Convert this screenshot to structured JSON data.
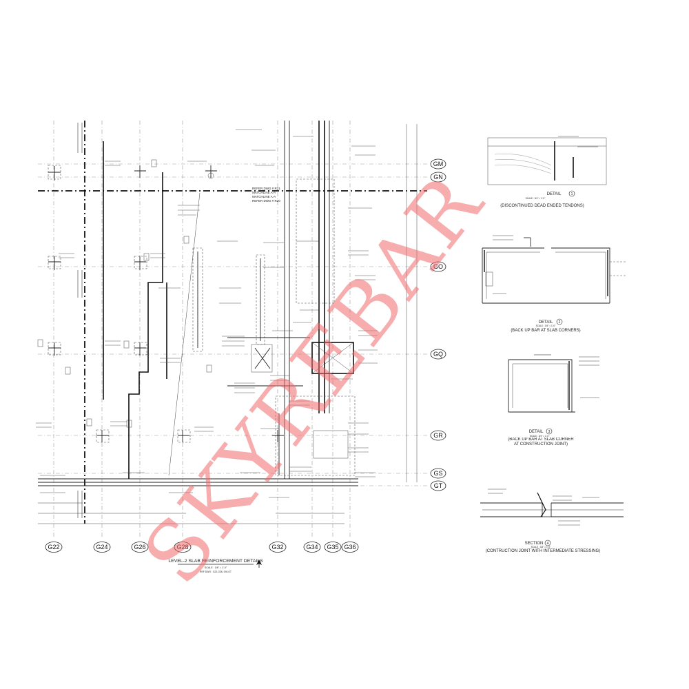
{
  "colors": {
    "line": "#111111",
    "watermark": "#f06a6a",
    "background": "#ffffff"
  },
  "grid_bottom": [
    "G22",
    "G24",
    "G26",
    "G28",
    "G32",
    "G34",
    "G35",
    "G36"
  ],
  "grid_right": [
    "GM",
    "GN",
    "GO",
    "GQ",
    "GR",
    "GS",
    "GT"
  ],
  "matchline_notes": [
    "REFER DWG # R21",
    "MATCHLINE A-A",
    "MATCHLINE A-A",
    "REFER DWG # R20"
  ],
  "plan": {
    "title": "LEVEL-2 SLAB REINFORCEMENT DETAILS",
    "scale": "SCALE : 1/8\" = 1'-0\"",
    "ref": "REF DWG : G22-G36, GM-GT",
    "north_icon": "north-arrow-icon"
  },
  "details": [
    {
      "label": "DETAIL",
      "number": "1",
      "title": "(DISCONTINUED DEAD ENDED TENDONS)",
      "scale": "SCALE : 3/4\" = 1'-0\""
    },
    {
      "label": "DETAIL",
      "number": "2",
      "title": "(BACK UP BAR AT SLAB CORNERS)",
      "scale": "SCALE : 3/4\" = 1'-0\""
    },
    {
      "label": "DETAIL",
      "number": "3",
      "title": "(BACK UP BAR AT SLAB CORNER AT CONSTRUCTION JOINT)",
      "scale": "SCALE : 3/4\" = 1'-0\""
    },
    {
      "label": "SECTION",
      "number": "4",
      "title": "(CONTRUCTION JOINT WITH INTERMEDIATE STRESSING)",
      "scale": "SCALE : 3/4\" = 1'-0\""
    }
  ],
  "watermark": "SKYREBAR"
}
